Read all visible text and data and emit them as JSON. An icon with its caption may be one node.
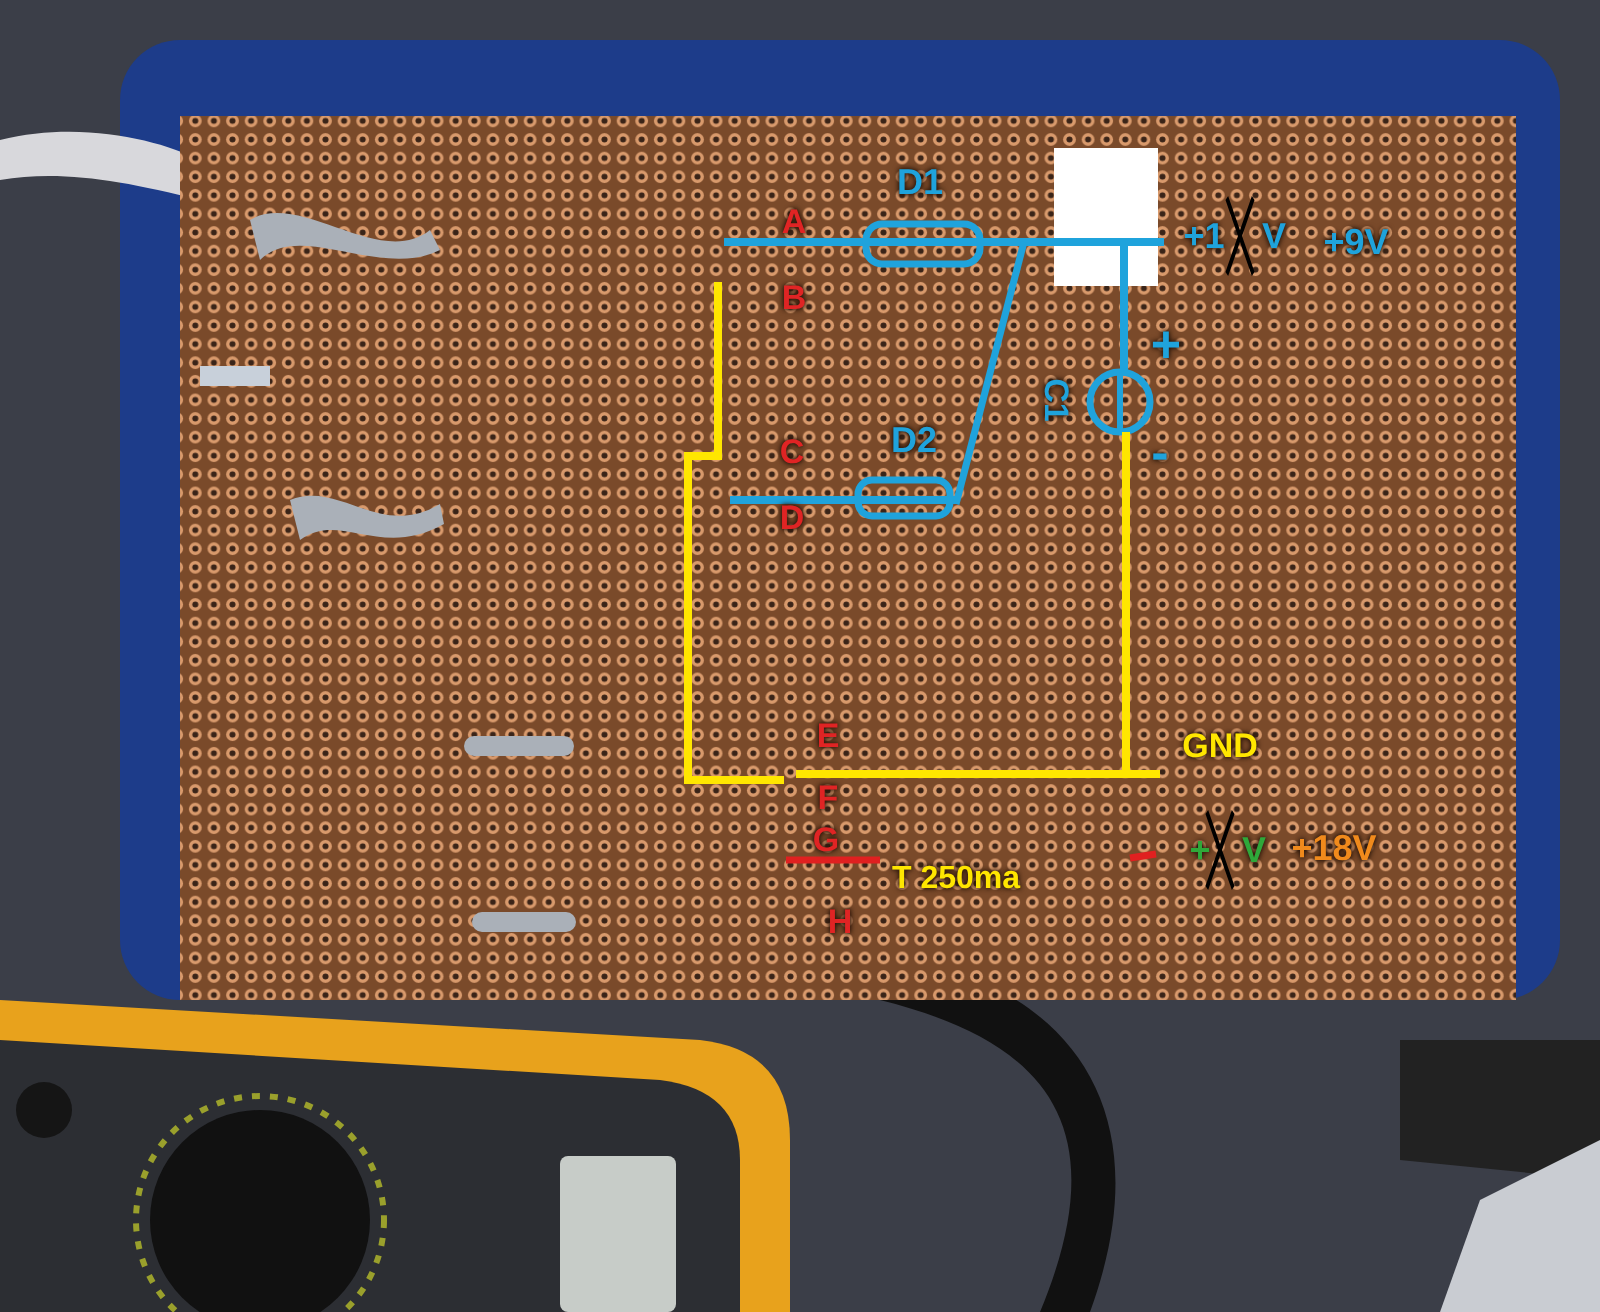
{
  "diagram": {
    "labels": [
      "D1",
      "A",
      "+1",
      "V",
      "+9V",
      "B",
      "+",
      "C1",
      "D2",
      "C",
      "-",
      "D",
      "E",
      "GND",
      "F",
      "G",
      "T 250ma",
      "+",
      "V",
      "+18V",
      "H"
    ]
  }
}
